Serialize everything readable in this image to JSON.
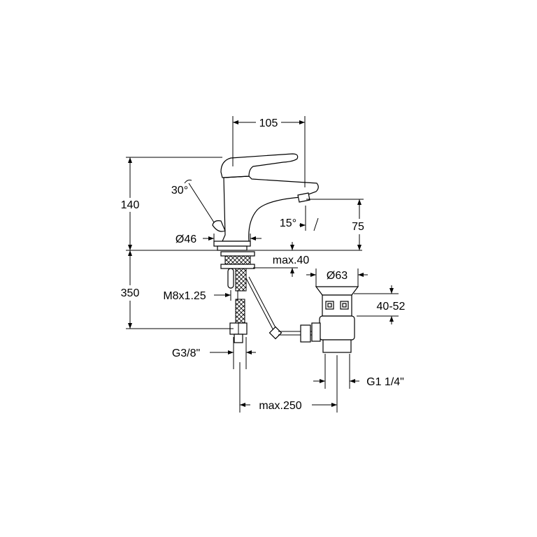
{
  "drawing": {
    "labels": {
      "width": "105",
      "height": "140",
      "lever_angle": "30°",
      "spout_angle": "15°",
      "spout_height": "75",
      "base_diameter": "Ø46",
      "max_thickness": "max.40",
      "drain_diameter": "Ø63",
      "hose_length": "350",
      "rod_thread": "M8x1.25",
      "drain_range": "40-52",
      "hose_thread": "G3/8\"",
      "drain_thread": "G1 1/4\"",
      "max_distance": "max.250"
    }
  }
}
